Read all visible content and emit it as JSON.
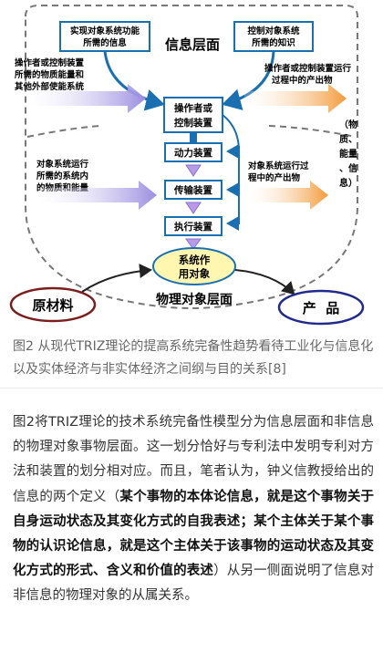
{
  "diagram": {
    "info_layer_label": "信息层面",
    "physical_layer_label": "物理对象层面",
    "top_box_left": [
      "实现对象系统功能",
      "所需的信息"
    ],
    "top_box_right": [
      "控制对象系统",
      "所需的知识"
    ],
    "left_input_top": [
      "操作者或控制装置",
      "所需的物质能量和",
      "其他外部使能系统"
    ],
    "right_output_top": [
      "操作者或控制装置运行",
      "过程中的产出物"
    ],
    "left_input_mid": [
      "对象系统运行",
      "所需的系统内",
      "的物质和能量"
    ],
    "right_output_mid": [
      "对象系统运行过",
      "程中的产出物"
    ],
    "side_vertical": [
      "（物",
      "质、",
      "能量",
      "、信",
      "息）"
    ],
    "chain": [
      "操作者或|控制装置",
      "动力装置",
      "传输装置",
      "执行装置"
    ],
    "object_system": [
      "系统作",
      "用对象"
    ],
    "raw_material": "原材料",
    "product": "产  品",
    "colors": {
      "accent_blue": "#1a6fb0",
      "arrow_purple": "#a79be0",
      "arrow_orange": "#f2a14a",
      "triangle": "#b89be8",
      "object_yellow": "#fff6b0",
      "raw_border": "#7a1d1d",
      "product_border": "#1f2a8a"
    }
  },
  "caption": "图2 从现代TRIZ理论的提高系统完备性趋势看待工业化与信息化以及实体经济与非实体经济之间纲与目的关系[8]",
  "paragraph": {
    "part1": "图2将TRIZ理论的技术系统完备性模型分为信息层面和非信息的物理对象事物层面。这一划分恰好与专利法中发明专利对方法和装置的划分相对应。而且，笔者认为，钟义信教授给出的信息的两个定义（",
    "bold": "某个事物的本体论信息，就是这个事物关于自身运动状态及其变化方式的自我表述；某个主体关于某个事物的认识论信息，就是这个主体关于该事物的运动状态及其变化方式的形式、含义和价值的表述",
    "part2": "）从另一侧面说明了信息对非信息的物理对象的从属关系。"
  }
}
